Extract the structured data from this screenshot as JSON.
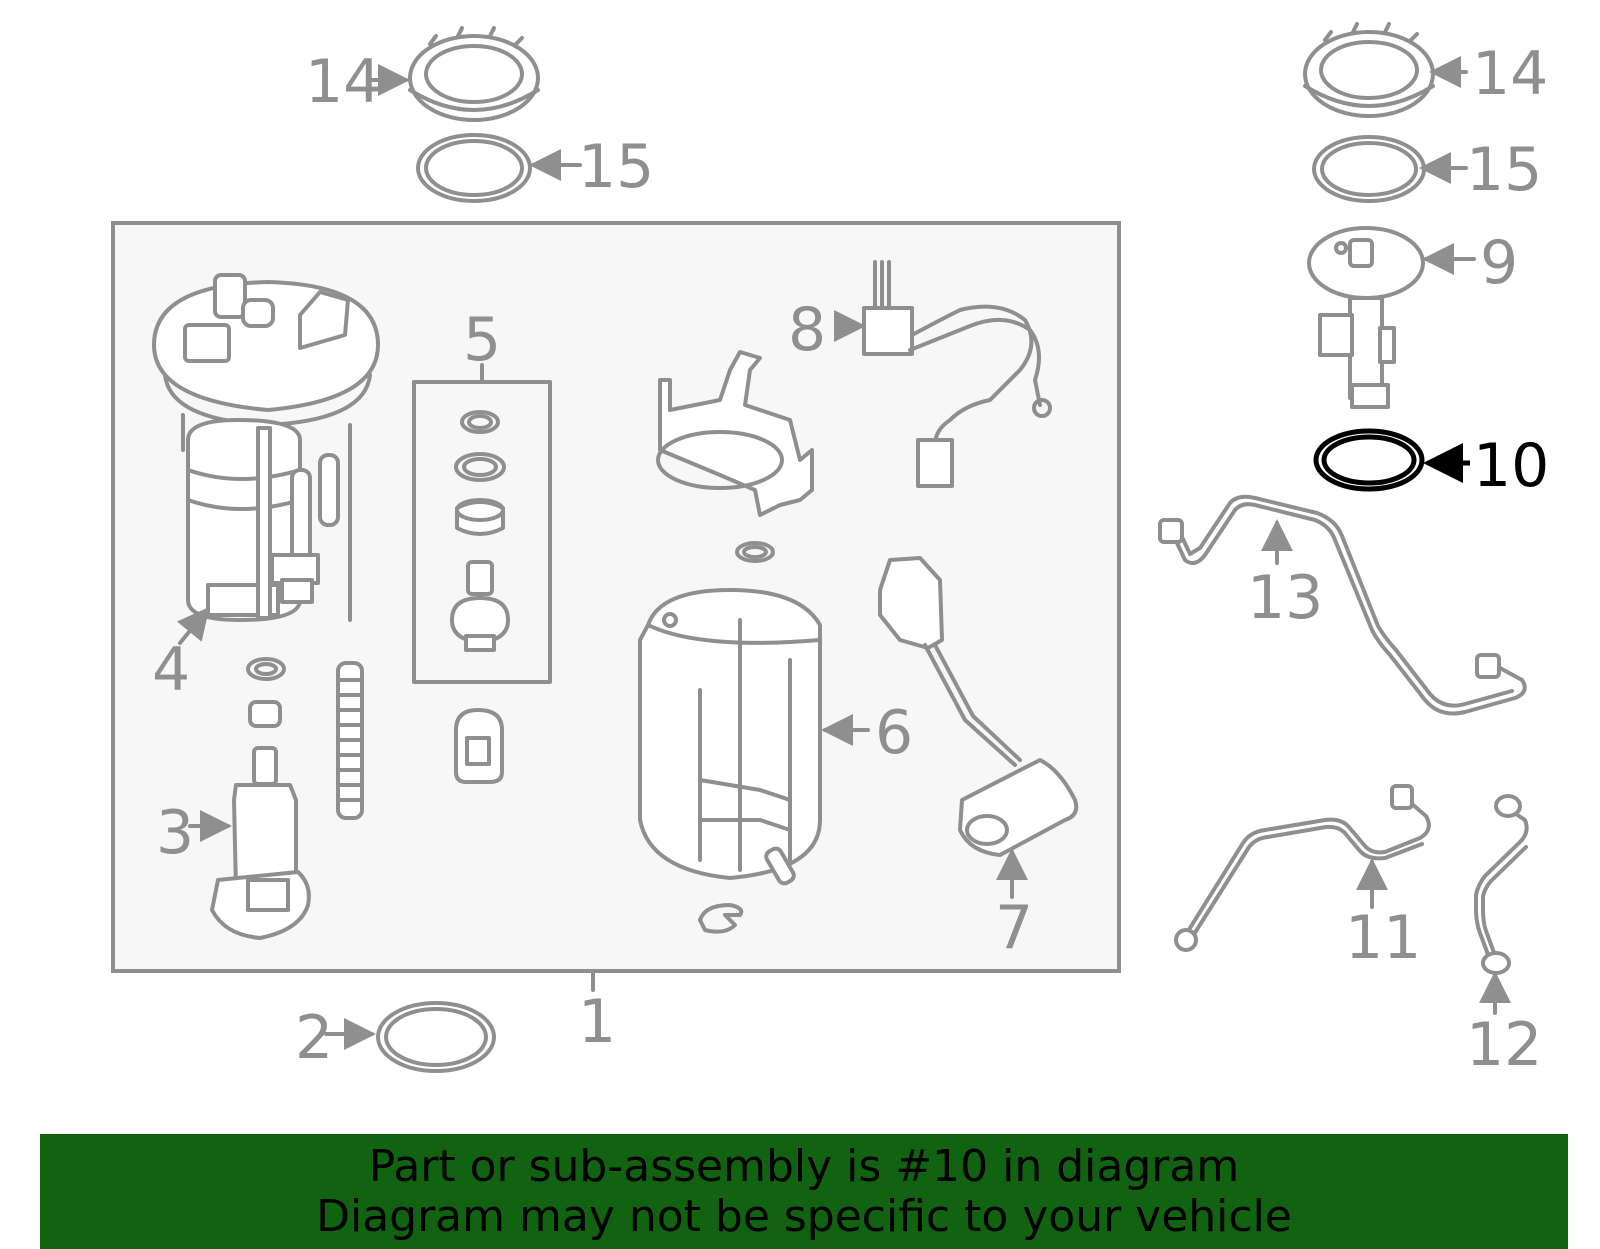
{
  "callouts": {
    "c1": "1",
    "c2": "2",
    "c3": "3",
    "c4": "4",
    "c5": "5",
    "c6": "6",
    "c7": "7",
    "c8": "8",
    "c9": "9",
    "c10": "10",
    "c11": "11",
    "c12": "12",
    "c13": "13",
    "c14_left": "14",
    "c14_right": "14",
    "c15_left": "15",
    "c15_right": "15"
  },
  "highlighted_part": "10",
  "colors": {
    "line": "#8f8f8f",
    "highlight": "#000000",
    "banner": "#116211",
    "panel": "#f7f7f7"
  },
  "banner": {
    "line1": "Part or sub-assembly is #10 in diagram",
    "line2": "Diagram may not be specific to your vehicle"
  }
}
